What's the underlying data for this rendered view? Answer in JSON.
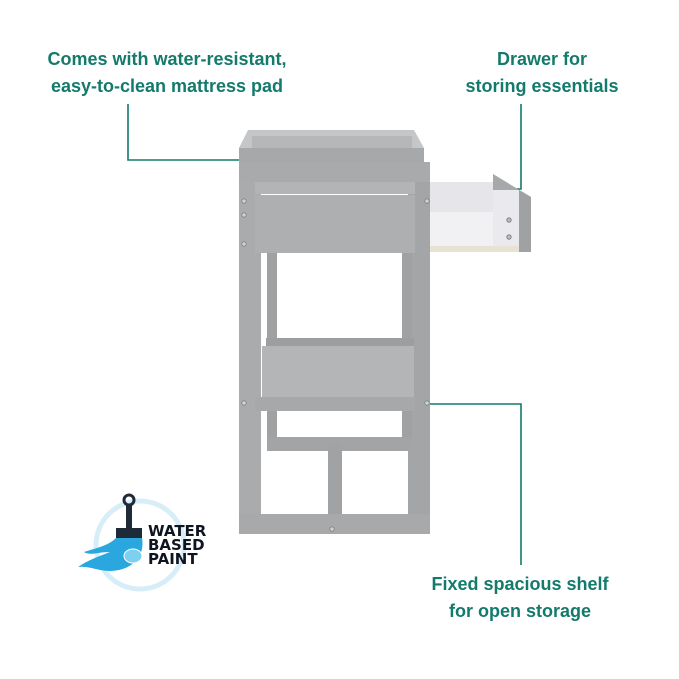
{
  "callouts": {
    "mattress_pad": [
      "Comes with water-resistant,",
      "easy-to-clean mattress pad"
    ],
    "drawer": [
      "Drawer for",
      "storing essentials"
    ],
    "shelf": [
      "Fixed spacious shelf",
      "for open storage"
    ]
  },
  "badge": {
    "lines": [
      "WATER",
      "BASED",
      "PAINT"
    ]
  },
  "colors": {
    "accent": "#137a6c",
    "furniture": "#a9abad",
    "badge_blue": "#2aa7de"
  }
}
